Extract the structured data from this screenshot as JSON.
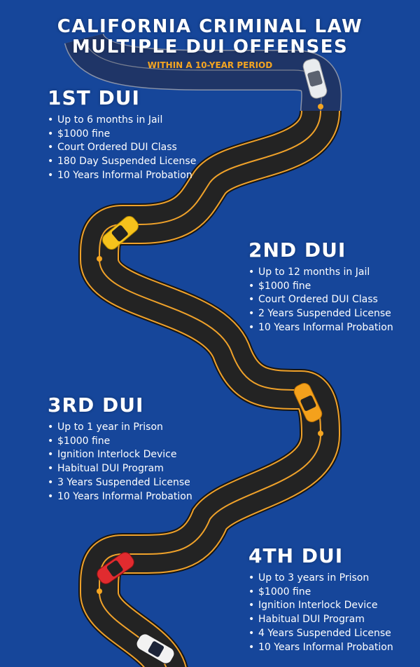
{
  "header": {
    "title_line1": "CALIFORNIA CRIMINAL LAW",
    "title_line2": "MULTIPLE DUI OFFENSES",
    "subtitle": "WITHIN A 10-YEAR PERIOD"
  },
  "colors": {
    "background": "#16469a",
    "accent": "#f4a521",
    "road": "#222222"
  },
  "sections": [
    {
      "heading": "1ST DUI",
      "items": [
        "Up to 6 months in Jail",
        "$1000 fine",
        "Court Ordered DUI Class",
        "180 Day Suspended License",
        "10 Years Informal Probation"
      ]
    },
    {
      "heading": "2ND DUI",
      "items": [
        "Up to 12 months in Jail",
        "$1000 fine",
        "Court Ordered DUI Class",
        "2 Years Suspended License",
        "10 Years Informal Probation"
      ]
    },
    {
      "heading": "3RD DUI",
      "items": [
        "Up to 1 year in Prison",
        "$1000 fine",
        "Ignition Interlock Device",
        "Habitual DUI Program",
        "3 Years Suspended License",
        "10 Years Informal Probation"
      ]
    },
    {
      "heading": "4TH DUI",
      "items": [
        "Up to 3 years in Prison",
        "$1000 fine",
        "Ignition Interlock Device",
        "Habitual DUI Program",
        "4 Years Suspended License",
        "10 Years Informal Probation"
      ]
    }
  ]
}
